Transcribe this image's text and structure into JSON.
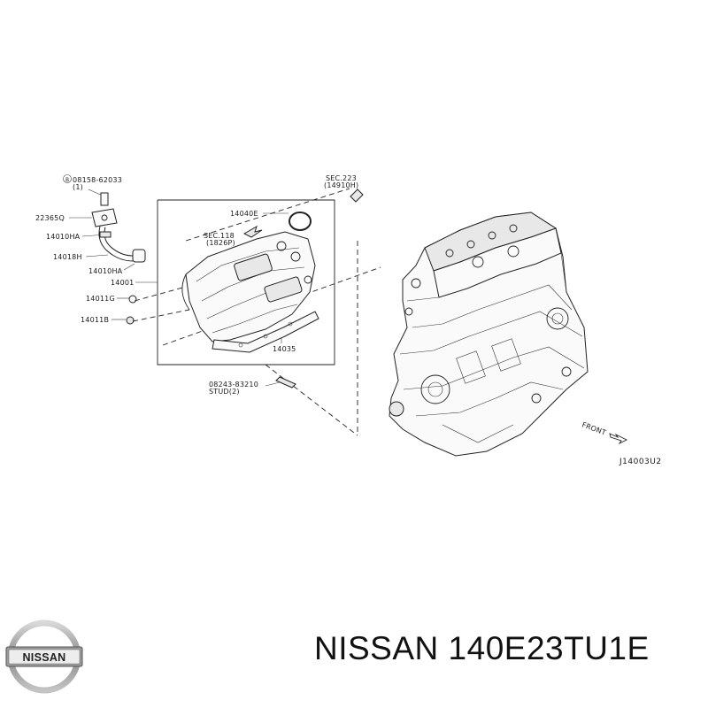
{
  "brand": "NISSAN",
  "part_number_caption": "NISSAN 140E23TU1E",
  "diagram": {
    "labels": {
      "bolt_code": "08158-62033",
      "bolt_qty": "(1)",
      "valve": "22365Q",
      "hose_clamp_a": "14010HA",
      "hose": "14018H",
      "hose_clamp_b": "14010HA",
      "manifold": "14001",
      "part_14011g": "14011G",
      "part_14011b": "14011B",
      "seal": "14040E",
      "sec118": "SEC.118",
      "sec118_ref": "(1826P)",
      "sec223": "SEC.223",
      "sec223_ref": "(14910H)",
      "gasket": "14035",
      "stud_code": "08243-83210",
      "stud_qty": "STUD(2)",
      "front": "FRONT",
      "diagram_code": "J14003U2"
    }
  }
}
